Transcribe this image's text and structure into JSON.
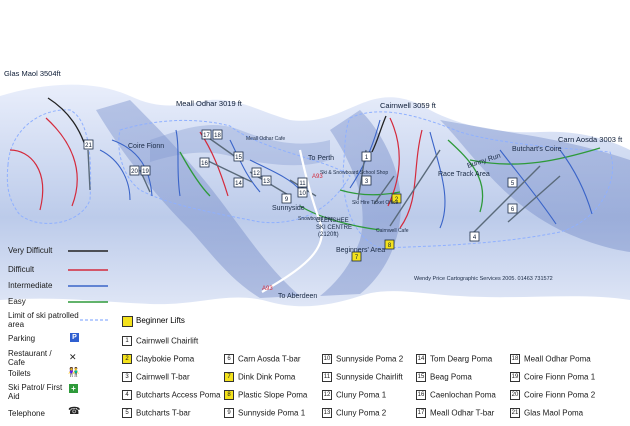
{
  "credit": "Wendy Price Cartographic Services 2005. 01463 731572",
  "peaks": [
    {
      "id": "glas-maol",
      "label": "Glas Maol 3504ft"
    },
    {
      "id": "meall-odhar",
      "label": "Meall Odhar 3019 ft"
    },
    {
      "id": "cairnwell",
      "label": "Cairnwell 3059 ft"
    },
    {
      "id": "carn-aosda",
      "label": "Carn Aosda 3003 ft"
    }
  ],
  "places": {
    "coire_fionn": "Coire Fionn",
    "to_perth": "To Perth",
    "sunnyside": "Sunnyside",
    "butcharts_coire": "Butchart's Coire",
    "bunny_run": "Bunny Run",
    "race_track": "Race Track Area",
    "beginners_area": "Beginners' Area",
    "to_aberdeen": "To Aberdeen",
    "centre_line1": "GLENSHEE",
    "centre_line2": "SKI CENTRE",
    "centre_line3": "(2120ft)",
    "ski_school": "Ski & Snowboard School Shop",
    "ski_hire": "Ski Hire Ticket Office",
    "snowboard_hire": "Snowboard hire",
    "meall_odhar_cafe": "Meall Odhar Cafe",
    "cairnwell_cafe": "Cairnwell Cafe",
    "road_a93_n": "A93",
    "road_a93_s": "A93"
  },
  "legend": {
    "very_difficult": "Very Difficult",
    "difficult": "Difficult",
    "intermediate": "Intermediate",
    "easy": "Easy",
    "limit": "Limit of ski patrolled area",
    "parking": "Parking",
    "parking_symbol": "P",
    "restaurant": "Restaurant / Cafe",
    "toilets": "Toilets",
    "patrol": "Ski Patrol/ First Aid",
    "telephone": "Telephone",
    "colors": {
      "very_difficult": "#222222",
      "difficult": "#d42a3c",
      "intermediate": "#3a64c8",
      "easy": "#2e9a3a",
      "limit": "#8fb0ff"
    }
  },
  "beginner_lifts": "Beginner Lifts",
  "lifts": [
    {
      "n": "1",
      "name": "Cairnwell Chairlift",
      "beginner": false
    },
    {
      "n": "2",
      "name": "Claybokie Poma",
      "beginner": true
    },
    {
      "n": "3",
      "name": "Cairnwell T-bar",
      "beginner": false
    },
    {
      "n": "4",
      "name": "Butcharts Access Poma",
      "beginner": false
    },
    {
      "n": "5",
      "name": "Butcharts T-bar",
      "beginner": false
    },
    {
      "n": "6",
      "name": "Carn Aosda T-bar",
      "beginner": false
    },
    {
      "n": "7",
      "name": "Dink Dink Poma",
      "beginner": true
    },
    {
      "n": "8",
      "name": "Plastic Slope Poma",
      "beginner": true
    },
    {
      "n": "9",
      "name": "Sunnyside Poma 1",
      "beginner": false
    },
    {
      "n": "10",
      "name": "Sunnyside Poma 2",
      "beginner": false
    },
    {
      "n": "11",
      "name": "Sunnyside Chairlift",
      "beginner": false
    },
    {
      "n": "12",
      "name": "Cluny Poma 1",
      "beginner": false
    },
    {
      "n": "13",
      "name": "Cluny Poma 2",
      "beginner": false
    },
    {
      "n": "14",
      "name": "Tom Dearg Poma",
      "beginner": false
    },
    {
      "n": "15",
      "name": "Beag Poma",
      "beginner": false
    },
    {
      "n": "16",
      "name": "Caenlochan Poma",
      "beginner": false
    },
    {
      "n": "17",
      "name": "Meall Odhar T-bar",
      "beginner": false
    },
    {
      "n": "18",
      "name": "Meall Odhar Poma",
      "beginner": false
    },
    {
      "n": "19",
      "name": "Coire Fionn Poma 1",
      "beginner": false
    },
    {
      "n": "20",
      "name": "Coire Fionn Poma 2",
      "beginner": false
    },
    {
      "n": "21",
      "name": "Glas Maol Poma",
      "beginner": false
    }
  ],
  "map_markers": [
    {
      "n": "21"
    },
    {
      "n": "17"
    },
    {
      "n": "18"
    },
    {
      "n": "16"
    },
    {
      "n": "15"
    },
    {
      "n": "14"
    },
    {
      "n": "13"
    },
    {
      "n": "12"
    },
    {
      "n": "20"
    },
    {
      "n": "19"
    },
    {
      "n": "11"
    },
    {
      "n": "10"
    },
    {
      "n": "9"
    },
    {
      "n": "1"
    },
    {
      "n": "2"
    },
    {
      "n": "3"
    },
    {
      "n": "4"
    },
    {
      "n": "5"
    },
    {
      "n": "6"
    },
    {
      "n": "7"
    },
    {
      "n": "8"
    }
  ]
}
